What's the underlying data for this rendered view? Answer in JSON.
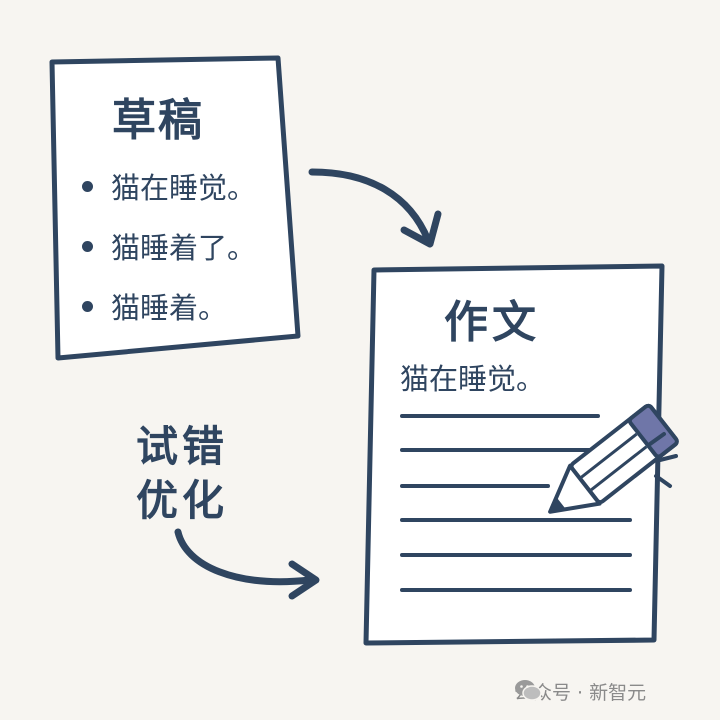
{
  "draft": {
    "title": "草稿",
    "items": [
      "猫在睡觉。",
      "猫睡着了。",
      "猫睡着。"
    ]
  },
  "essay": {
    "title": "作文",
    "sentence": "猫在睡觉。",
    "line_count": 6
  },
  "process_label": {
    "line1": "试错",
    "line2": "优化"
  },
  "watermark": {
    "text": "公众号 · 新智元",
    "icon": "wechat-icon"
  },
  "colors": {
    "ink": "#2f4560",
    "pencil_body": "#ffffff",
    "eraser": "#6f76a8",
    "background": "#f7f5f1",
    "watermark": "#8a8a8a"
  }
}
